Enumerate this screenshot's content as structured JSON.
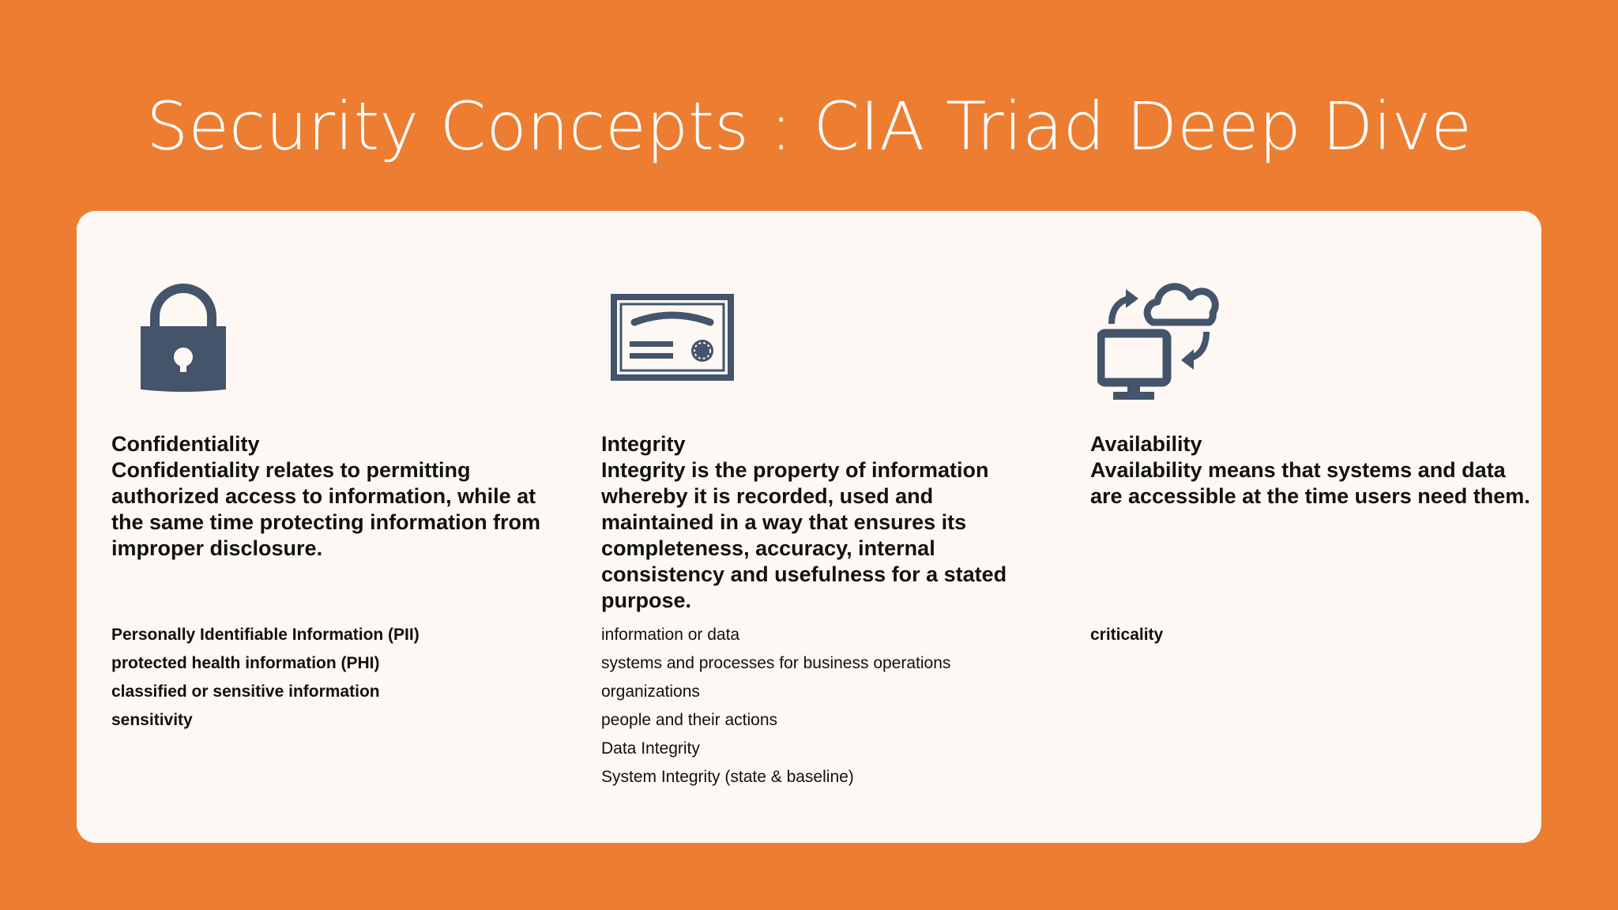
{
  "slide": {
    "title": "Security Concepts : CIA Triad Deep Dive"
  },
  "colors": {
    "background": "#ED7D31",
    "card": "#FDF8F4",
    "icon": "#44546A",
    "text": "#111111",
    "title": "#FFFFFF"
  },
  "columns": [
    {
      "icon": "lock-icon",
      "heading": "Confidentiality",
      "description": "Confidentiality relates to permitting authorized access to information, while at the same time protecting information from improper disclosure.",
      "items": [
        "Personally Identifiable Information (PII)",
        "protected health information (PHI)",
        "classified or sensitive information",
        "sensitivity"
      ]
    },
    {
      "icon": "certificate-icon",
      "heading": "Integrity",
      "description": "Integrity is the property of information whereby it is recorded, used and maintained in a way that ensures its completeness, accuracy, internal consistency and usefulness for a stated purpose.",
      "items": [
        "information or data",
        "systems and processes for business operations",
        "organizations",
        "people and their actions",
        "Data Integrity",
        "System Integrity (state & baseline)"
      ]
    },
    {
      "icon": "cloud-computer-sync-icon",
      "heading": "Availability",
      "description": "Availability means that systems and data are accessible at the time users need them.",
      "items": [
        "criticality"
      ]
    }
  ]
}
